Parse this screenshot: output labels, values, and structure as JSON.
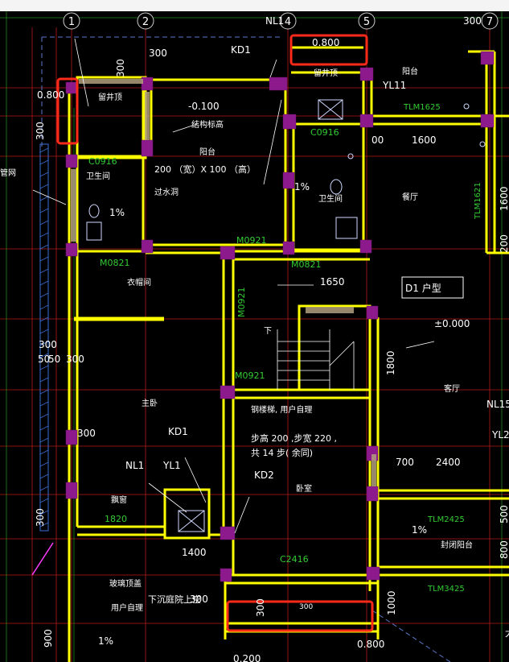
{
  "canvas": {
    "background": "#000000",
    "wall_color": "#ffff00",
    "grid_color": "#ff2a2a",
    "text_color": "#ffffff",
    "opening_label_color": "#33cc33",
    "column_color": "#8c1a8c",
    "highlight_color": "#ff2a1a"
  },
  "axes": {
    "a1": "1",
    "a2": "2",
    "a4": "4",
    "a5": "5",
    "a7": "7",
    "top300": "300"
  },
  "dims": {
    "d0800_top": "0.800",
    "d0800_left": "0.800",
    "d0800_bot": "0.800",
    "dm0100": "-0.100",
    "d300_v1": "300",
    "d300_h1": "300",
    "d300_left": "300",
    "d300_mid": "300",
    "d50a": "50",
    "d50b": "50",
    "d300_c": "300",
    "d300_w": "300",
    "d300_lowleft": "300",
    "d300_bot": "300",
    "d900": "900",
    "d1400": "1400",
    "d1650": "1650",
    "d1800": "1800",
    "d1600": "1600",
    "d1600v": "1600",
    "d1000": "1000",
    "d500": "500",
    "d800": "800",
    "d700": "700",
    "d2400": "2400",
    "d200": "200",
    "d00": "00",
    "d0200": "0.200",
    "d300_kit": "300",
    "dpm0": "±0.000",
    "d1pct_a": "1%",
    "d1pct_b": "1%",
    "d1pct_c": "1%",
    "d1pct_d": "1%"
  },
  "labels": {
    "liujingding_a": "留井顶",
    "liujingding_b": "留井顶",
    "jiegou": "结构标高",
    "yangtai": "阳台",
    "yangtai_r": "阳台",
    "guoshuidong_dim": "200 （宽）X  100 （高）",
    "guoshuidong": "过水洞",
    "weisheng_a": "卫生间",
    "weisheng_b": "卫生间",
    "canting": "餐厅",
    "yimaojian": "衣帽间",
    "huxing": "D1 户型",
    "xia": "下",
    "keting": "客厅",
    "zhuwo": "主卧",
    "louti1": "钢楼梯, 用户自理",
    "louti2": "步高  200 ,步宽  220 ,",
    "louti3": "共 14 步( 余同)",
    "woshi": "卧室",
    "piaochuang": "飘窗",
    "fengbi": "封闭阳台",
    "boli": "玻璃顶盖",
    "yonghu": "用户自理",
    "xiachen": "下沉庭院上空",
    "guanwang": "管网",
    "KD1_top": "KD1",
    "KD1_mid": "KD1",
    "KD2": "KD2",
    "NL1_top": "NL1",
    "NL1_mid": "NL1",
    "YL1": "YL1",
    "YL11": "YL11",
    "YL2": "YL2",
    "NL15": "NL15",
    "da": "大",
    "c0916_a": "C0916",
    "c0916_b": "C0916",
    "tlm1625": "TLM1625",
    "tlm1621": "TLM1621",
    "m0921_a": "M0921",
    "m0921_b": "M0921",
    "m0921_c": "M0921",
    "m0821_a": "M0821",
    "m0821_b": "M0821",
    "c1820": "1820",
    "c2416": "C2416",
    "tlm2425": "TLM2425",
    "tlm3425": "TLM3425"
  }
}
